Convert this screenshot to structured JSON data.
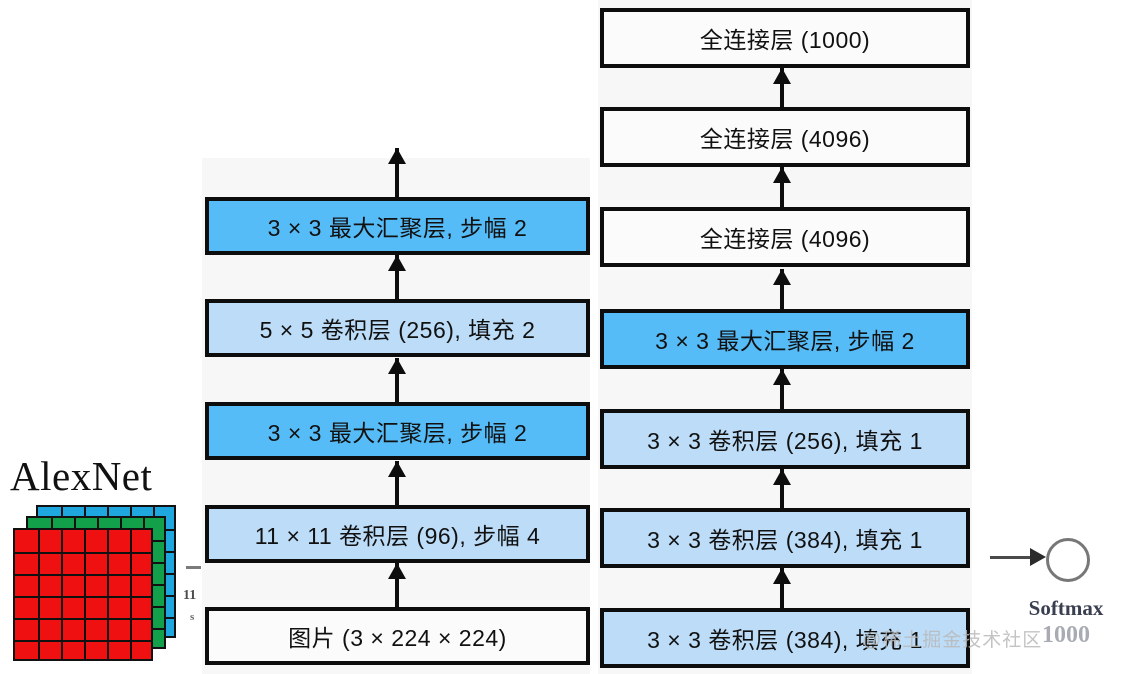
{
  "figure": {
    "title": "AlexNet",
    "watermark": "@稀土掘金技术社区"
  },
  "left_column": {
    "boxes": [
      {
        "label": "3 × 3 最大汇聚层, 步幅 2",
        "kind": "pool"
      },
      {
        "label": "5 × 5 卷积层 (256), 填充 2",
        "kind": "conv"
      },
      {
        "label": "3 × 3 最大汇聚层, 步幅 2",
        "kind": "pool"
      },
      {
        "label": "11 × 11 卷积层 (96), 步幅 4",
        "kind": "conv"
      },
      {
        "label": "图片 (3 × 224 × 224)",
        "kind": "plain"
      }
    ]
  },
  "right_column": {
    "boxes": [
      {
        "label": "全连接层 (1000)",
        "kind": "plain"
      },
      {
        "label": "全连接层 (4096)",
        "kind": "plain"
      },
      {
        "label": "全连接层 (4096)",
        "kind": "plain"
      },
      {
        "label": "3 × 3 最大汇聚层, 步幅 2",
        "kind": "pool"
      },
      {
        "label": "3 × 3 卷积层 (256), 填充 1",
        "kind": "conv"
      },
      {
        "label": "3 × 3 卷积层 (384), 填充 1",
        "kind": "conv"
      },
      {
        "label": "3 × 3 卷积层 (384), 填充 1",
        "kind": "conv"
      }
    ]
  },
  "output": {
    "softmax_label": "Softmax",
    "softmax_count": "1000"
  },
  "tensor_annotation": {
    "numerator_rule": "",
    "value": "11",
    "unit": "s"
  },
  "colors": {
    "conv_fill": "#bcdcf8",
    "pool_fill": "#56bcf7",
    "plain_fill": "#fbfbfb",
    "border": "#0d0d0d",
    "panel_bg": "#f7f7f7",
    "tensor_red": "#ef1111",
    "tensor_green": "#12a14a",
    "tensor_blue": "#1fa8e0"
  }
}
